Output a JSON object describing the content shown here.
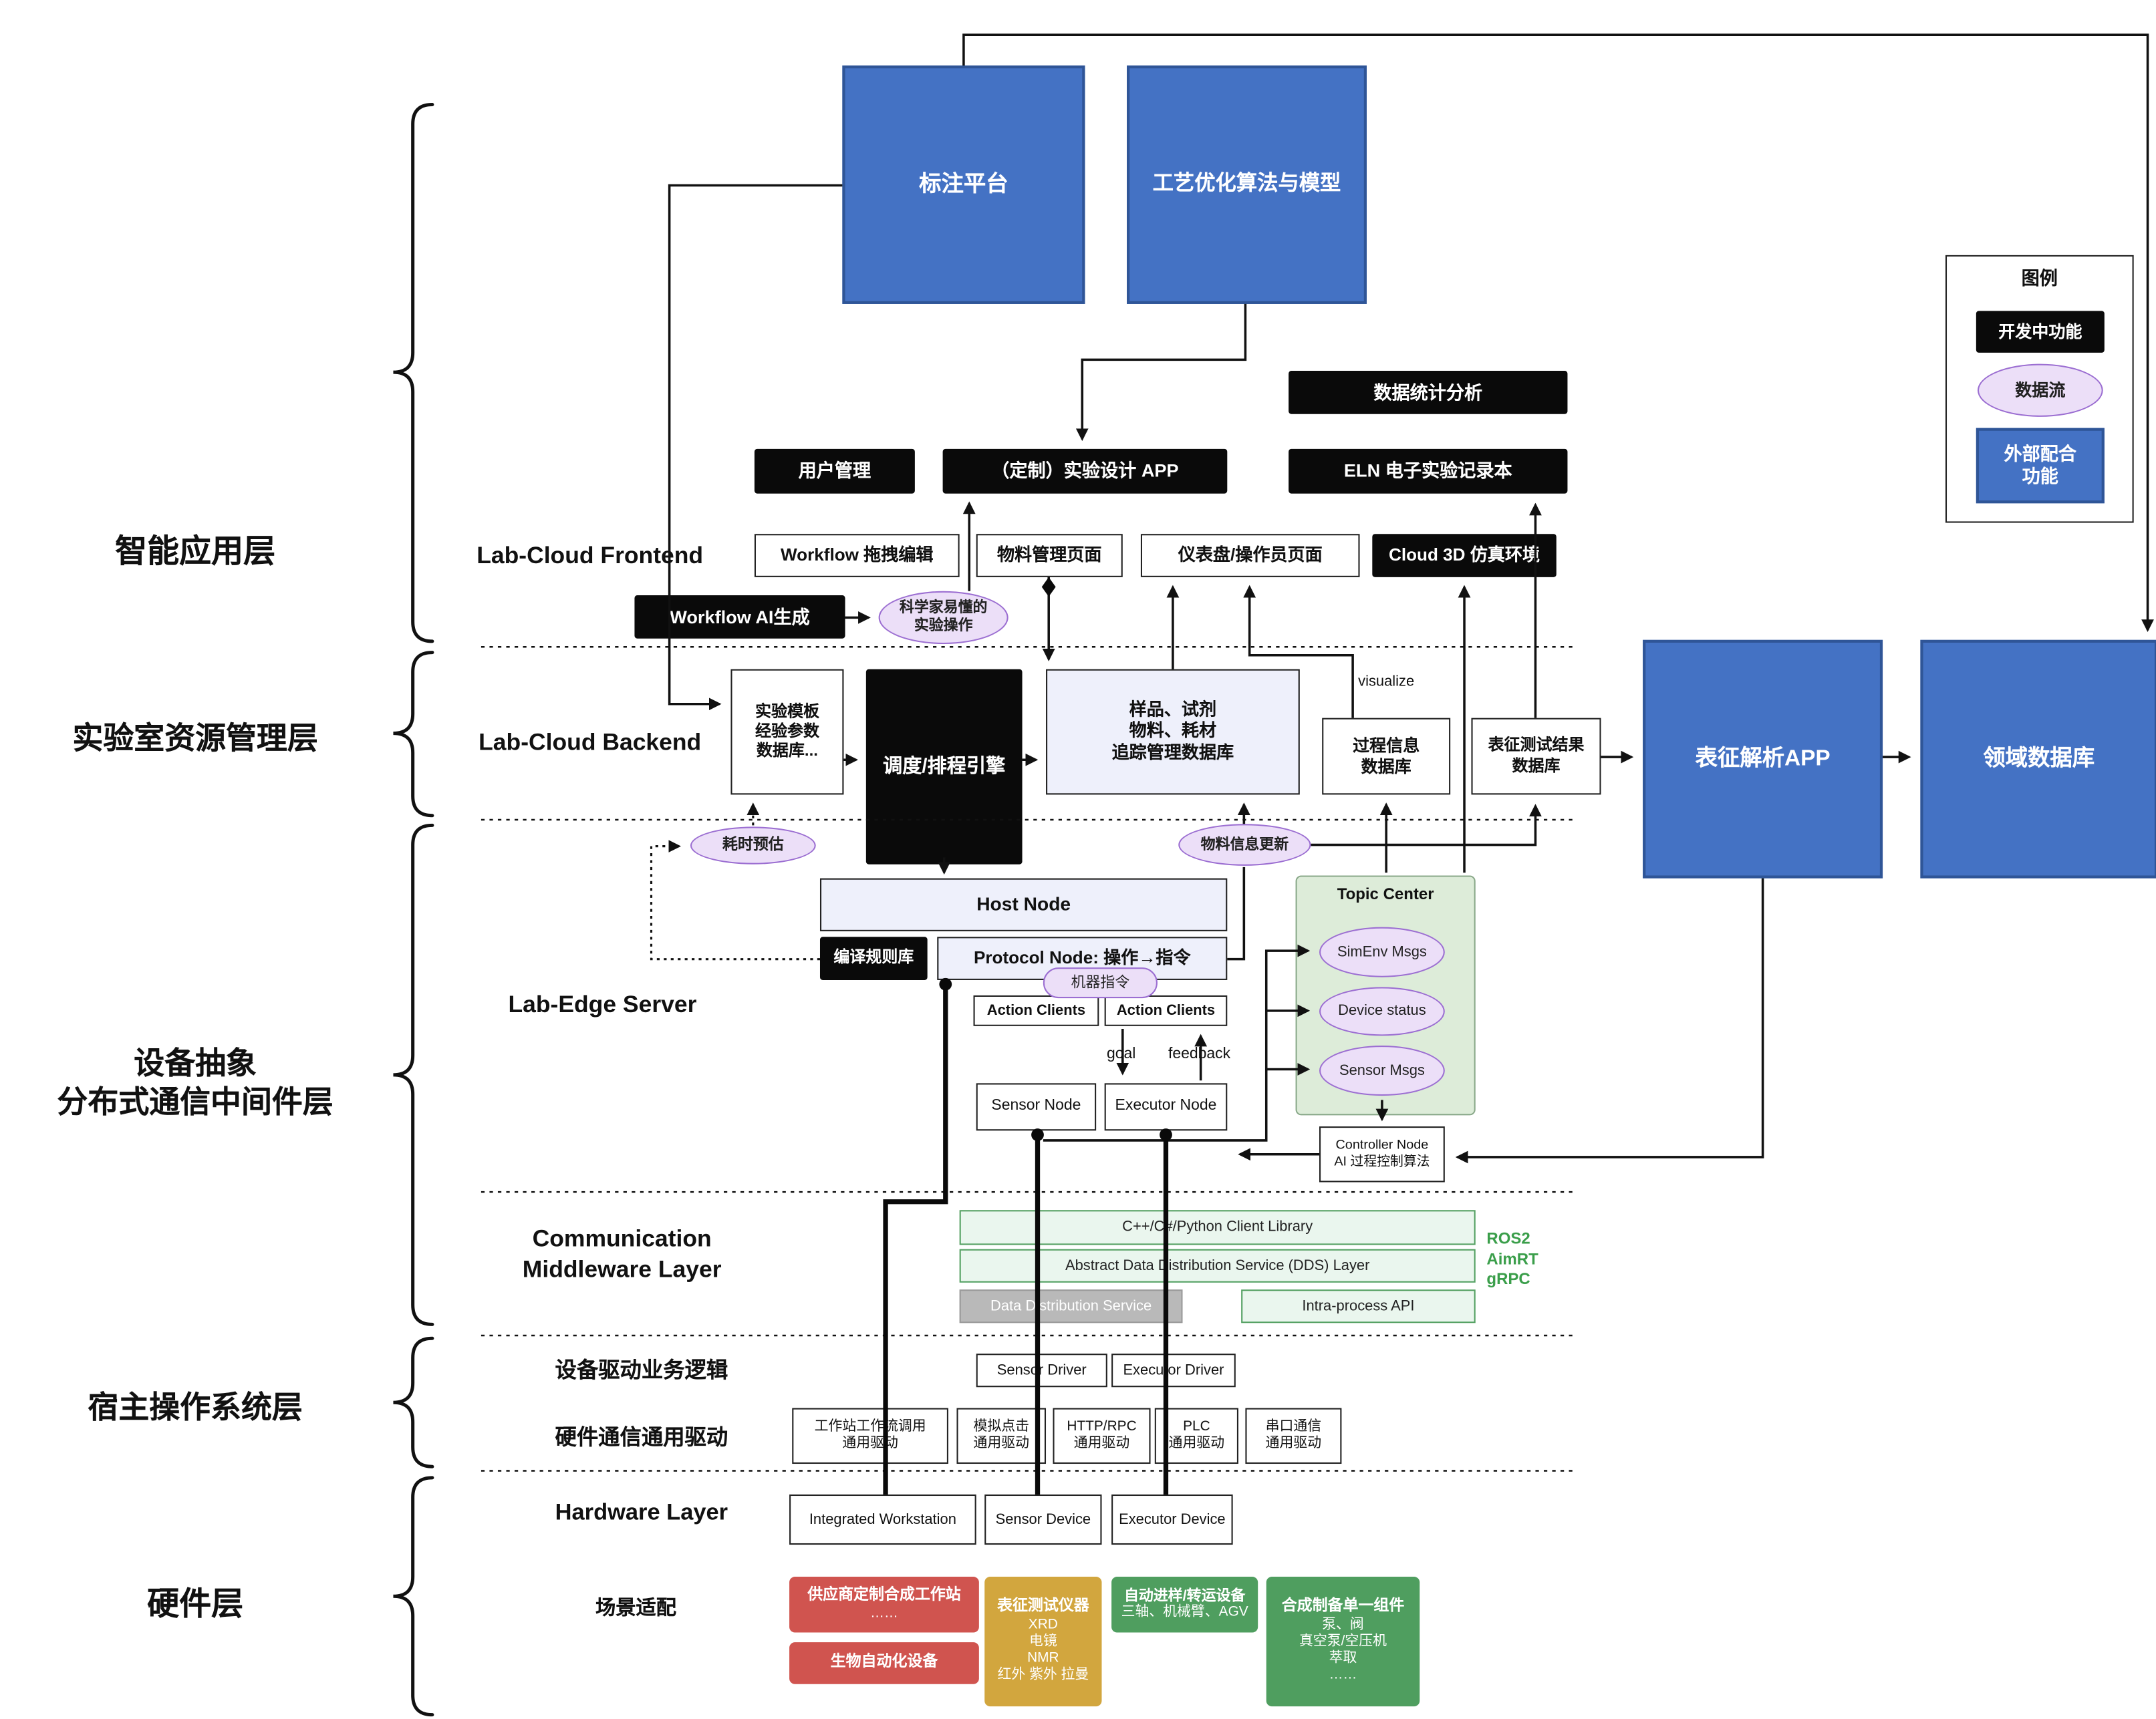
{
  "colors": {
    "blue_box": "#4472c4",
    "black_box": "#0a0a0a",
    "data_flow_pill": "#ecdff8",
    "pill_border": "#9c6fd2",
    "topic_center_bg": "#ddecd9",
    "middleware_green": "#eaf6ee",
    "green_border": "#55a163",
    "scenario_green": "#4f9e5f",
    "scenario_red": "#d0544f",
    "scenario_gold": "#d2a63e",
    "gray_box": "#b9b9b9",
    "protocol_text_green": "#3a9e4a"
  },
  "layer_labels": {
    "app": "智能应用层",
    "resource": "实验室资源管理层",
    "middleware": "设备抽象\n分布式通信中间件层",
    "host_os": "宿主操作系统层",
    "hardware": "硬件层"
  },
  "section_labels": {
    "frontend": "Lab-Cloud Frontend",
    "backend": "Lab-Cloud Backend",
    "edge": "Lab-Edge Server",
    "comm": "Communication\nMiddleware Layer",
    "driver_logic": "设备驱动业务逻辑",
    "hw_comm": "硬件通信通用驱动",
    "hw_layer": "Hardware Layer",
    "scenario": "场景适配"
  },
  "legend": {
    "title": "图例",
    "dev": "开发中功能",
    "flow": "数据流",
    "external": "外部配合\n功能"
  },
  "flow_labels": {
    "visualize": "visualize",
    "goal": "goal",
    "feedback": "feedback"
  },
  "nodes": {
    "annotation_platform": "标注平台",
    "process_opt": "工艺优化算法与模型",
    "data_stats": "数据统计分析",
    "user_mgmt": "用户管理",
    "custom_app": "（定制）实验设计 APP",
    "eln": "ELN 电子实验记录本",
    "wf_editor": "Workflow 拖拽编辑",
    "material_page": "物料管理页面",
    "dashboard": "仪表盘/操作员页面",
    "cloud3d": "Cloud 3D 仿真环境",
    "wf_ai": "Workflow AI生成",
    "sci_ops": "科学家易懂的\n实验操作",
    "template_db": "实验模板\n经验参数\n数据库...",
    "scheduler": "调度/排程引擎",
    "sample_db": "样品、试剂\n物料、耗材\n追踪管理数据库",
    "process_db": "过程信息\n数据库",
    "charact_db": "表征测试结果\n数据库",
    "charact_app": "表征解析APP",
    "domain_db": "领域数据库",
    "time_est": "耗时预估",
    "material_update": "物料信息更新",
    "host_node": "Host Node",
    "compile_rules": "编译规则库",
    "protocol_node": "Protocol Node: 操作→指令",
    "machine_cmd": "机器指令",
    "action_clients_1": "Action Clients",
    "action_clients_2": "Action Clients",
    "sensor_node": "Sensor Node",
    "executor_node": "Executor Node",
    "topic_center": "Topic Center",
    "simenv_msgs": "SimEnv Msgs",
    "device_status": "Device status",
    "sensor_msgs": "Sensor Msgs",
    "controller_node": {
      "title": "Controller Node",
      "body": "AI 过程控制算法"
    },
    "client_lib": "C++/C#/Python Client Library",
    "dds_layer": "Abstract Data Distribution Service (DDS) Layer",
    "dds_service": "Data Distribution Service",
    "intra_api": "Intra-process API",
    "protocols": "ROS2\nAimRT\ngRPC",
    "sensor_driver": "Sensor Driver",
    "executor_driver": "Executor Driver",
    "drv_workstation": "工作站工作流调用\n通用驱动",
    "drv_click": "模拟点击\n通用驱动",
    "drv_http": "HTTP/RPC\n通用驱动",
    "drv_plc": "PLC\n通用驱动",
    "drv_serial": "串口通信\n通用驱动",
    "hw_workstation": "Integrated Workstation",
    "hw_sensor": "Sensor Device",
    "hw_executor": "Executor Device",
    "sc_vendor": {
      "title": "供应商定制合成工作站",
      "body": "……"
    },
    "sc_bio": "生物自动化设备",
    "sc_charact": {
      "title": "表征测试仪器",
      "body": "XRD\n电镜\nNMR\n红外 紫外 拉曼"
    },
    "sc_transfer": {
      "title": "自动进样/转运设备",
      "body": "三轴、机械臂、AGV"
    },
    "sc_component": {
      "title": "合成制备单一组件",
      "body": "泵、阀\n真空泵/空压机\n萃取\n……"
    }
  }
}
